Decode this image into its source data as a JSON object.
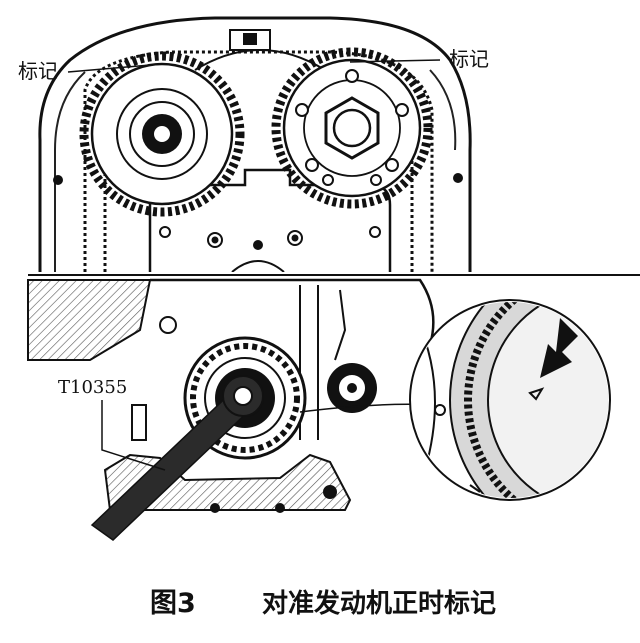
{
  "figure": {
    "top_panel": {
      "mark_label_left": "标记",
      "mark_label_right": "标记"
    },
    "bottom_panel": {
      "tool_label": "T10355"
    },
    "caption": {
      "number": "图3",
      "text": "对准发动机正时标记"
    }
  }
}
